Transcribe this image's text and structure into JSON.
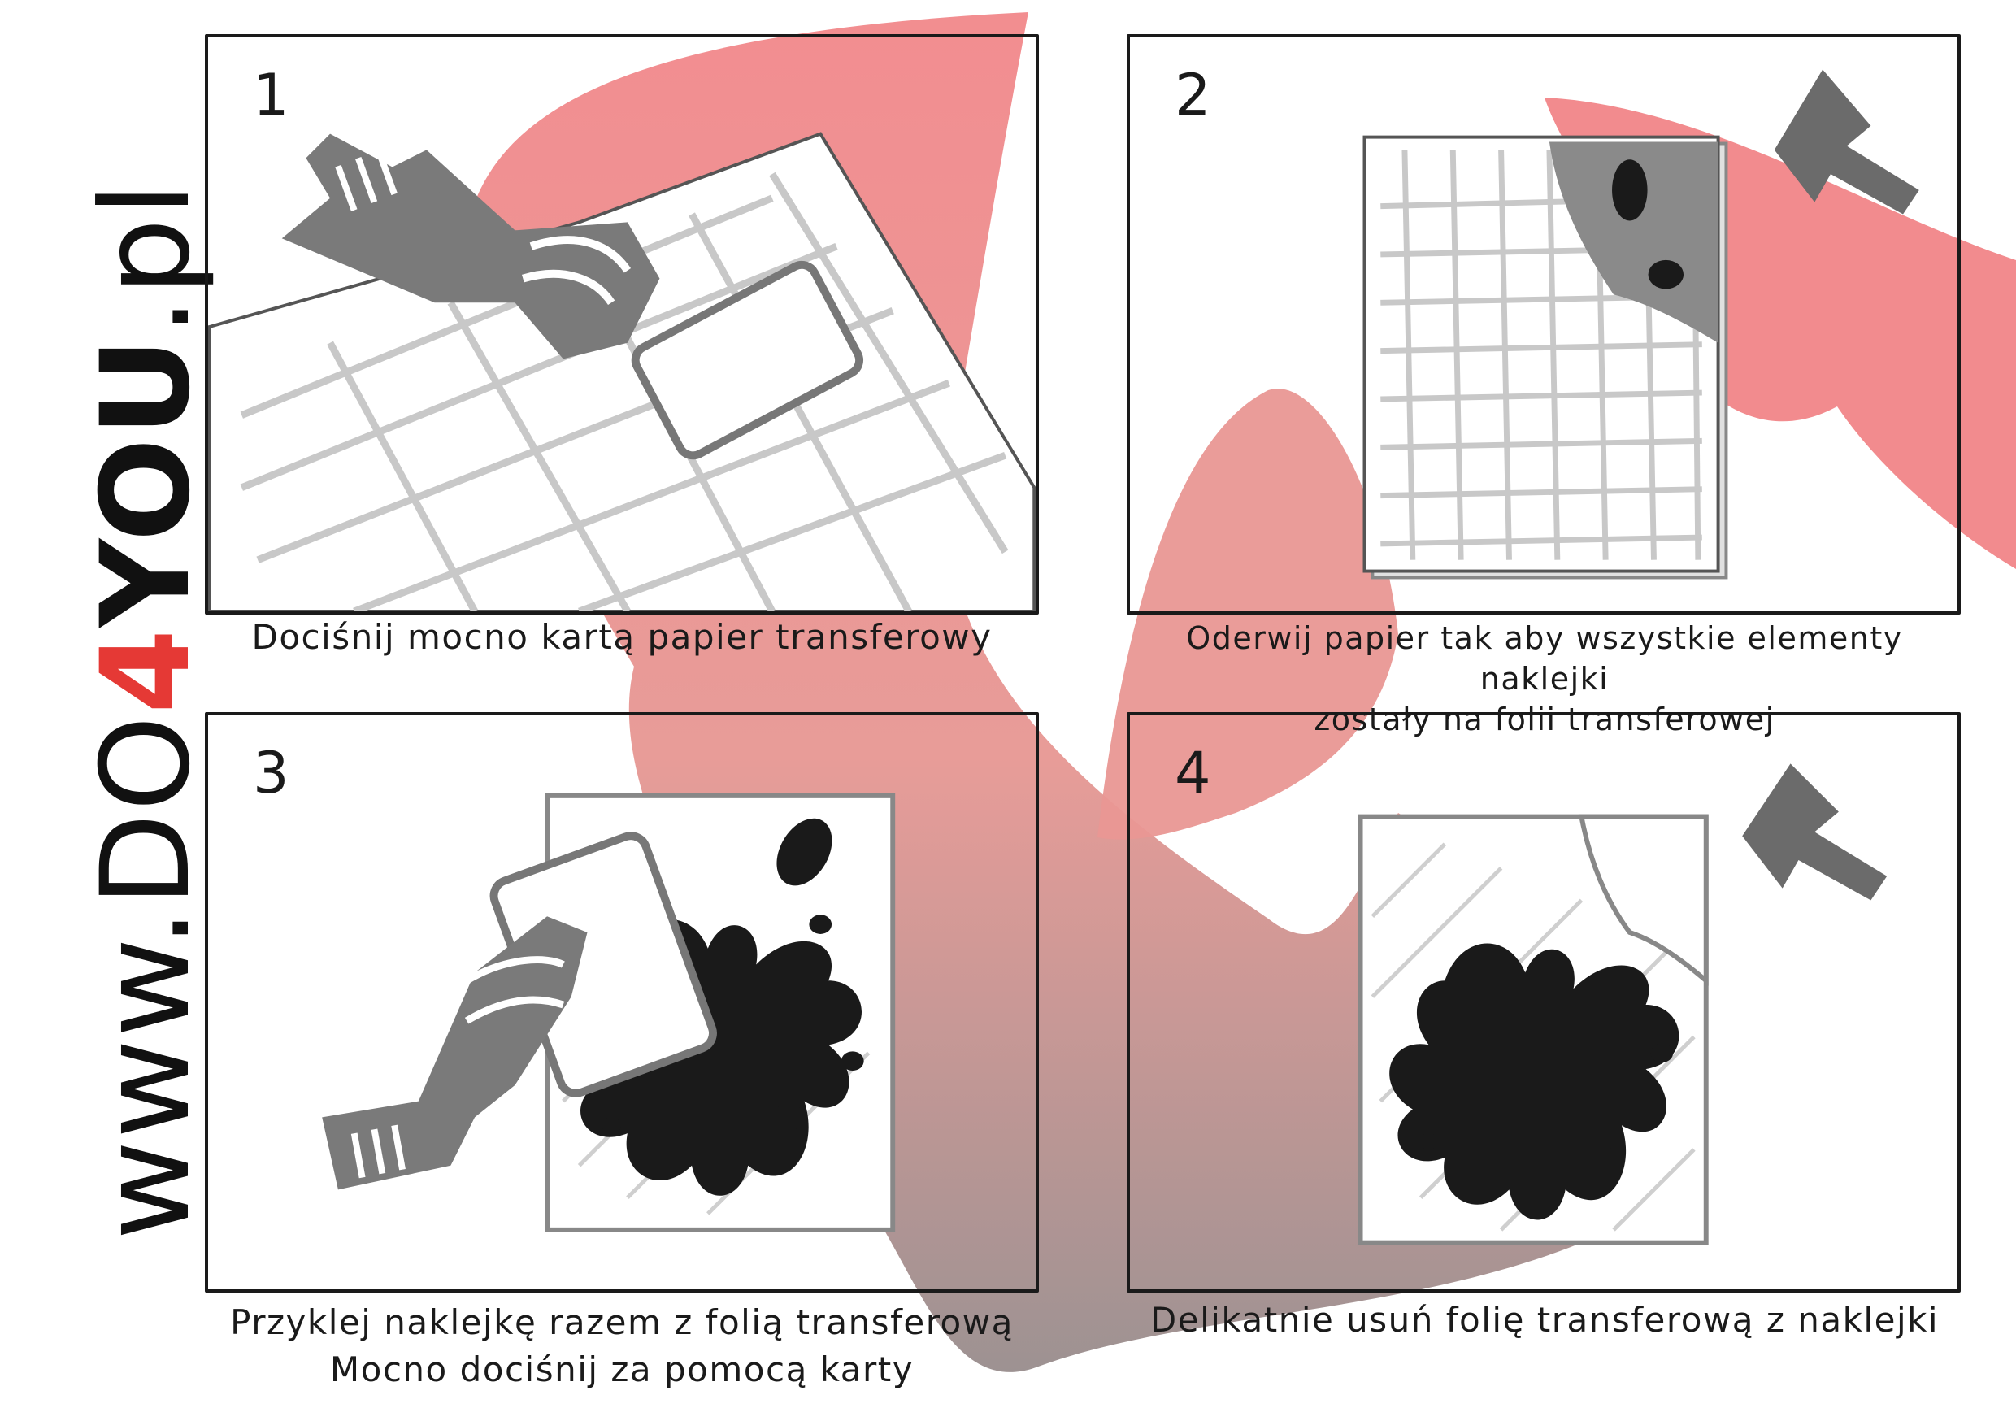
{
  "brand": {
    "prefix": "www.",
    "do": "DO",
    "four": "4",
    "you": "YOU",
    "suffix": ".pl",
    "accent_color": "#e53935"
  },
  "colors": {
    "swoosh_top": "#f28b8e",
    "swoosh_bottom": "#9b9090",
    "illustration_gray": "#7a7a7a",
    "grid_gray": "#c8c8c8",
    "ink": "#1a1a1a"
  },
  "steps": [
    {
      "number": "1",
      "caption_lines": [
        "Dociśnij mocno kartą papier transferowy"
      ],
      "arrow": false
    },
    {
      "number": "2",
      "caption_lines": [
        "Oderwij papier tak aby wszystkie elementy naklejki",
        "zostały na folii transferowej"
      ],
      "arrow": true
    },
    {
      "number": "3",
      "caption_lines": [
        "Przyklej naklejkę razem z folią transferową",
        "Mocno dociśnij za pomocą karty"
      ],
      "arrow": false
    },
    {
      "number": "4",
      "caption_lines": [
        "Delikatnie usuń folię transferową z naklejki"
      ],
      "arrow": true
    }
  ]
}
